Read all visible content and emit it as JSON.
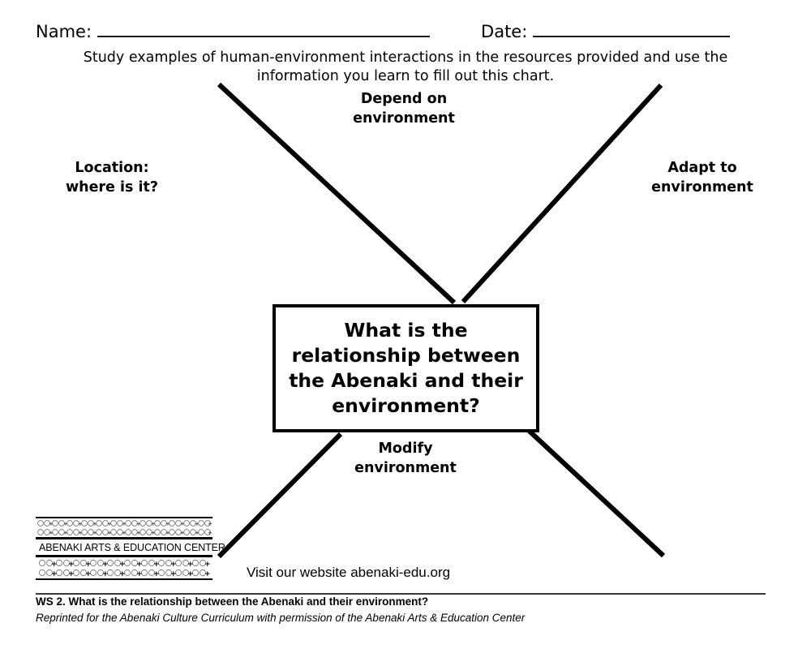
{
  "worksheet": {
    "fields": {
      "name_label": "Name:",
      "date_label": "Date:"
    },
    "instructions": "Study examples of human-environment interactions in the resources provided and use the information you learn to fill out this chart.",
    "center_question": "What is the relationship between the Abenaki and their environment?",
    "branches": [
      {
        "id": "depend",
        "label": "Depend on\nenvironment"
      },
      {
        "id": "location",
        "label": "Location:\nwhere is it?"
      },
      {
        "id": "adapt",
        "label": "Adapt to\nenvironment"
      },
      {
        "id": "modify",
        "label": "Modify\nenvironment"
      }
    ],
    "logo": {
      "organization": "ABENAKI ARTS & EDUCATION CENTER"
    },
    "website_line": "Visit our website abenaki-edu.org",
    "footer": {
      "title": "WS 2. What is the relationship between the Abenaki and their environment?",
      "credit": "Reprinted for the Abenaki Culture Curriculum with permission of the Abenaki Arts & Education Center"
    },
    "colors": {
      "ink": "#000000",
      "rule": "#3a3a3a",
      "paper": "#ffffff"
    }
  }
}
